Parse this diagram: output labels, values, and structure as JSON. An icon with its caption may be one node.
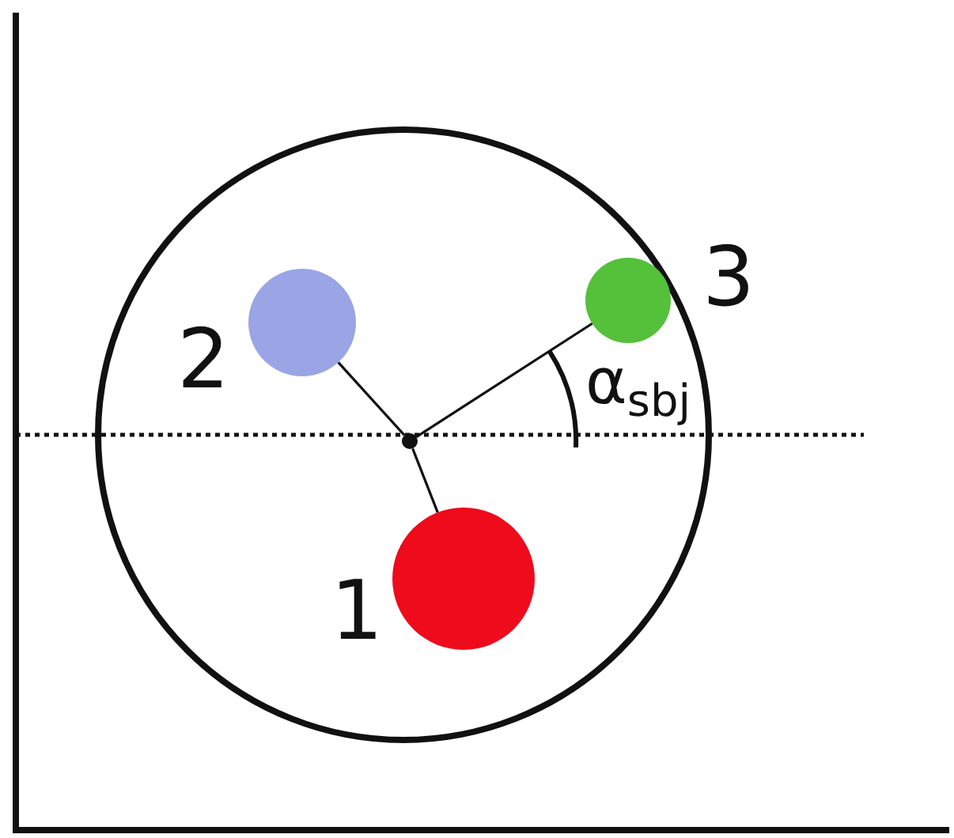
{
  "diagram": {
    "nodes": [
      {
        "text": [],
        "shape": "circle"
      },
      {
        "text": [],
        "shape": "circle",
        "in": 0
      },
      {
        "text": [
          "1"
        ],
        "in": 0
      },
      {
        "text": [
          "2"
        ],
        "in": 0
      },
      {
        "text": [
          "3"
        ],
        "in": 0
      }
    ],
    "edges": [
      {
        "from": 1,
        "to": 2,
        "arrow": "none"
      },
      {
        "from": 1,
        "to": 3,
        "arrow": "none"
      },
      {
        "from": 1,
        "to": 4,
        "arrow": "none"
      }
    ],
    "labels": [
      "α$_{sbj}$"
    ]
  }
}
